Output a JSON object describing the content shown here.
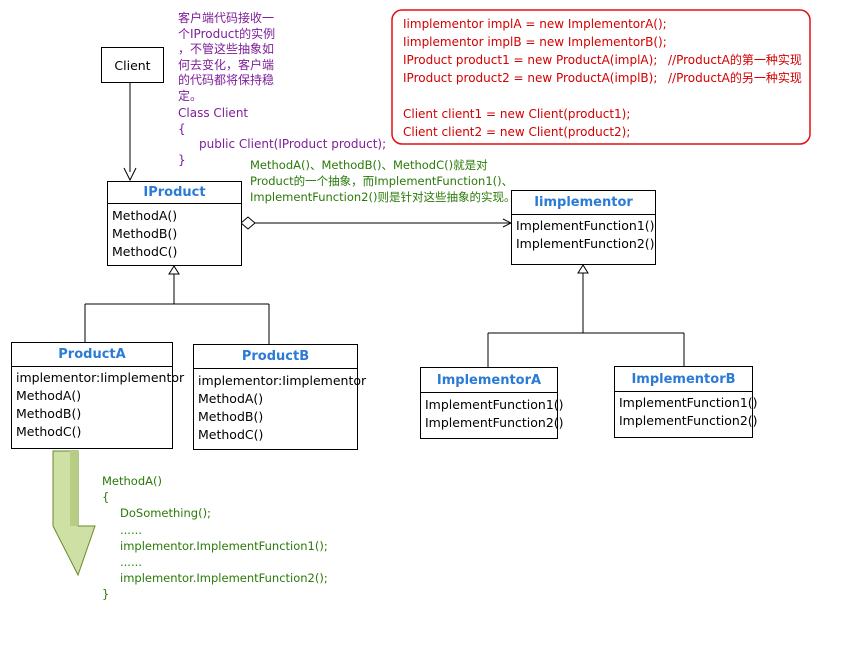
{
  "client": {
    "label": "Client"
  },
  "client_note": {
    "lines": [
      "客户端代码接收一",
      "个IProduct的实例",
      "，不管这些抽象如",
      "何去变化，客户端",
      "的代码都将保持稳",
      "定。"
    ],
    "code": [
      "Class Client",
      "{",
      "public Client(IProduct product);",
      "}"
    ]
  },
  "code_box": {
    "lines": [
      "Iimplementor implA = new ImplementorA();",
      "Iimplementor implB = new ImplementorB();",
      "IProduct product1 = new ProductA(implA);",
      "IProduct product2 = new ProductA(implB);",
      "",
      "Client client1 = new Client(product1);",
      "Client client2 = new Client(product2);"
    ],
    "comments": [
      "//ProductA的第一种实现",
      "//ProductA的另一种实现"
    ]
  },
  "bridge_note": {
    "lines": [
      "MethodA()、MethodB()、MethodC()就是对",
      "Product的一个抽象，而ImplementFunction1()、",
      "ImplementFunction2()则是针对这些抽象的实现。"
    ]
  },
  "iproduct": {
    "title": "IProduct",
    "methods": [
      "MethodA()",
      "MethodB()",
      "MethodC()"
    ]
  },
  "iimplementor": {
    "title": "Iimplementor",
    "methods": [
      "ImplementFunction1()",
      "ImplementFunction2()"
    ]
  },
  "product_a": {
    "title": "ProductA",
    "members": [
      "implementor:Iimplementor",
      "MethodA()",
      "MethodB()",
      "MethodC()"
    ]
  },
  "product_b": {
    "title": "ProductB",
    "members": [
      "implementor:Iimplementor",
      "MethodA()",
      "MethodB()",
      "MethodC()"
    ]
  },
  "implementor_a": {
    "title": "ImplementorA",
    "methods": [
      "ImplementFunction1()",
      "ImplementFunction2()"
    ]
  },
  "implementor_b": {
    "title": "ImplementorB",
    "methods": [
      "ImplementFunction1()",
      "ImplementFunction2()"
    ]
  },
  "method_code": {
    "lines": [
      "MethodA()",
      "{",
      "DoSomething();",
      "......",
      "implementor.ImplementFunction1();",
      "......",
      "implementor.ImplementFunction2();",
      "}"
    ]
  },
  "colors": {
    "class_title": "#2b7bd6",
    "note_purple": "#7e1f9a",
    "note_green": "#2a7a08",
    "code_red": "#d40000",
    "arrow_fill": "#cfe0a4",
    "arrow_stroke": "#6a8a2a"
  }
}
